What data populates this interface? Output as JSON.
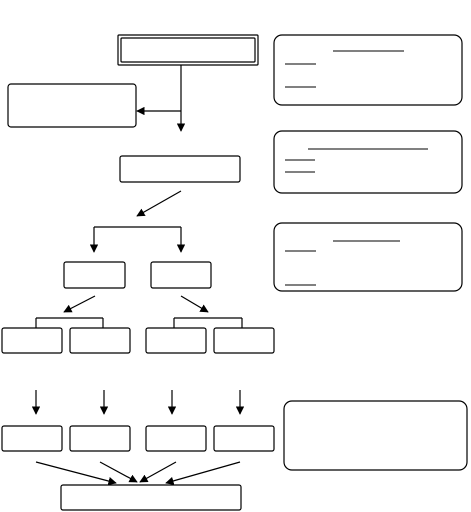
{
  "diagram": {
    "type": "flowchart",
    "blank_labels": true,
    "colors": {
      "stroke": "#000000",
      "fill": "#ffffff"
    },
    "boxes": [
      {
        "id": "top",
        "label": ""
      },
      {
        "id": "side-left",
        "label": ""
      },
      {
        "id": "middle",
        "label": ""
      },
      {
        "id": "split-left",
        "label": ""
      },
      {
        "id": "split-right",
        "label": ""
      },
      {
        "id": "leaf-1",
        "label": ""
      },
      {
        "id": "leaf-2",
        "label": ""
      },
      {
        "id": "leaf-3",
        "label": ""
      },
      {
        "id": "leaf-4",
        "label": ""
      },
      {
        "id": "result-1",
        "label": ""
      },
      {
        "id": "result-2",
        "label": ""
      },
      {
        "id": "result-3",
        "label": ""
      },
      {
        "id": "result-4",
        "label": ""
      },
      {
        "id": "final",
        "label": ""
      }
    ],
    "note_boxes": [
      {
        "id": "note-1",
        "label": ""
      },
      {
        "id": "note-2",
        "label": ""
      },
      {
        "id": "note-3",
        "label": ""
      },
      {
        "id": "note-4",
        "label": ""
      }
    ]
  }
}
